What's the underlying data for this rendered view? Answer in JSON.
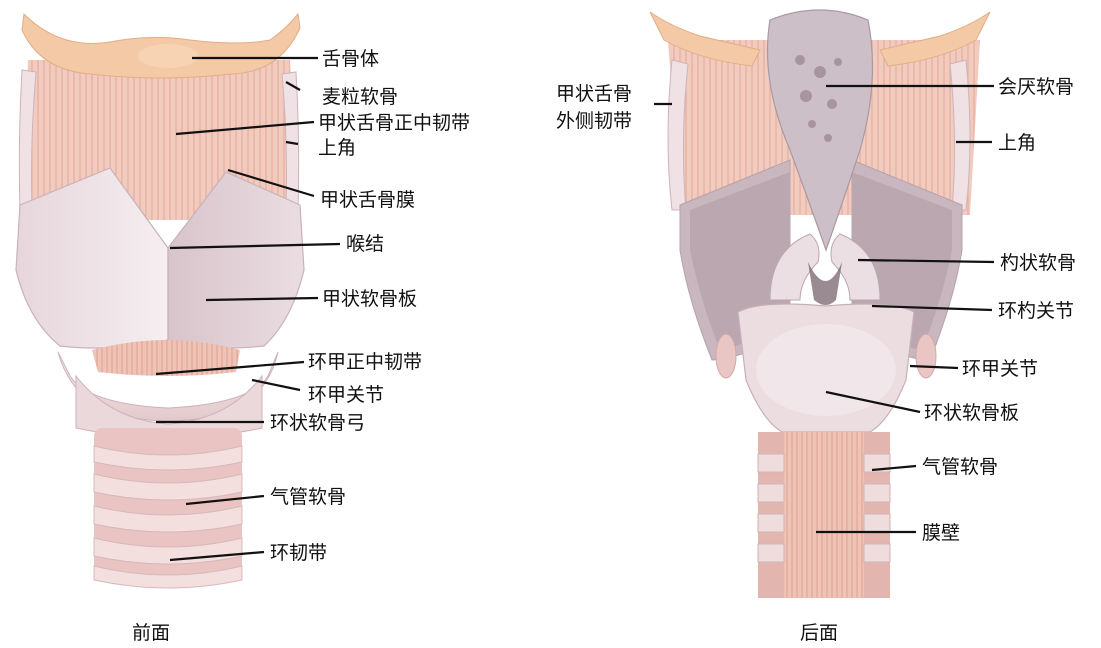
{
  "anterior": {
    "caption": "前面",
    "labels": {
      "hyoid_body": "舌骨体",
      "triticeous": "麦粒软骨",
      "median_thyrohyoid_lig": "甲状舌骨正中韧带",
      "superior_horn": "上角",
      "thyrohyoid_membrane": "甲状舌骨膜",
      "laryngeal_prominence": "喉结",
      "thyroid_lamina": "甲状软骨板",
      "median_cricothyroid_lig": "环甲正中韧带",
      "cricothyroid_joint": "环甲关节",
      "cricoid_arch": "环状软骨弓",
      "tracheal_cartilage": "气管软骨",
      "annular_lig": "环韧带"
    }
  },
  "posterior": {
    "caption": "后面",
    "labels": {
      "lateral_thyrohyoid_lig_1": "甲状舌骨",
      "lateral_thyrohyoid_lig_2": "外侧韧带",
      "epiglottis": "会厌软骨",
      "superior_horn": "上角",
      "arytenoid": "杓状软骨",
      "cricoarytenoid_joint": "环杓关节",
      "cricothyroid_joint": "环甲关节",
      "cricoid_lamina": "环状软骨板",
      "tracheal_cartilage": "气管软骨",
      "membranous_wall": "膜壁"
    }
  },
  "colors": {
    "cartilage": "#efe3e6",
    "cartilage_shade": "#d9c6cc",
    "membrane": "#f2c9bd",
    "membrane_stripe": "#e7b2a3",
    "bone": "#f3c9a6",
    "epiglottis": "#c9bcc4",
    "dark_inner": "#b4a2aa"
  }
}
